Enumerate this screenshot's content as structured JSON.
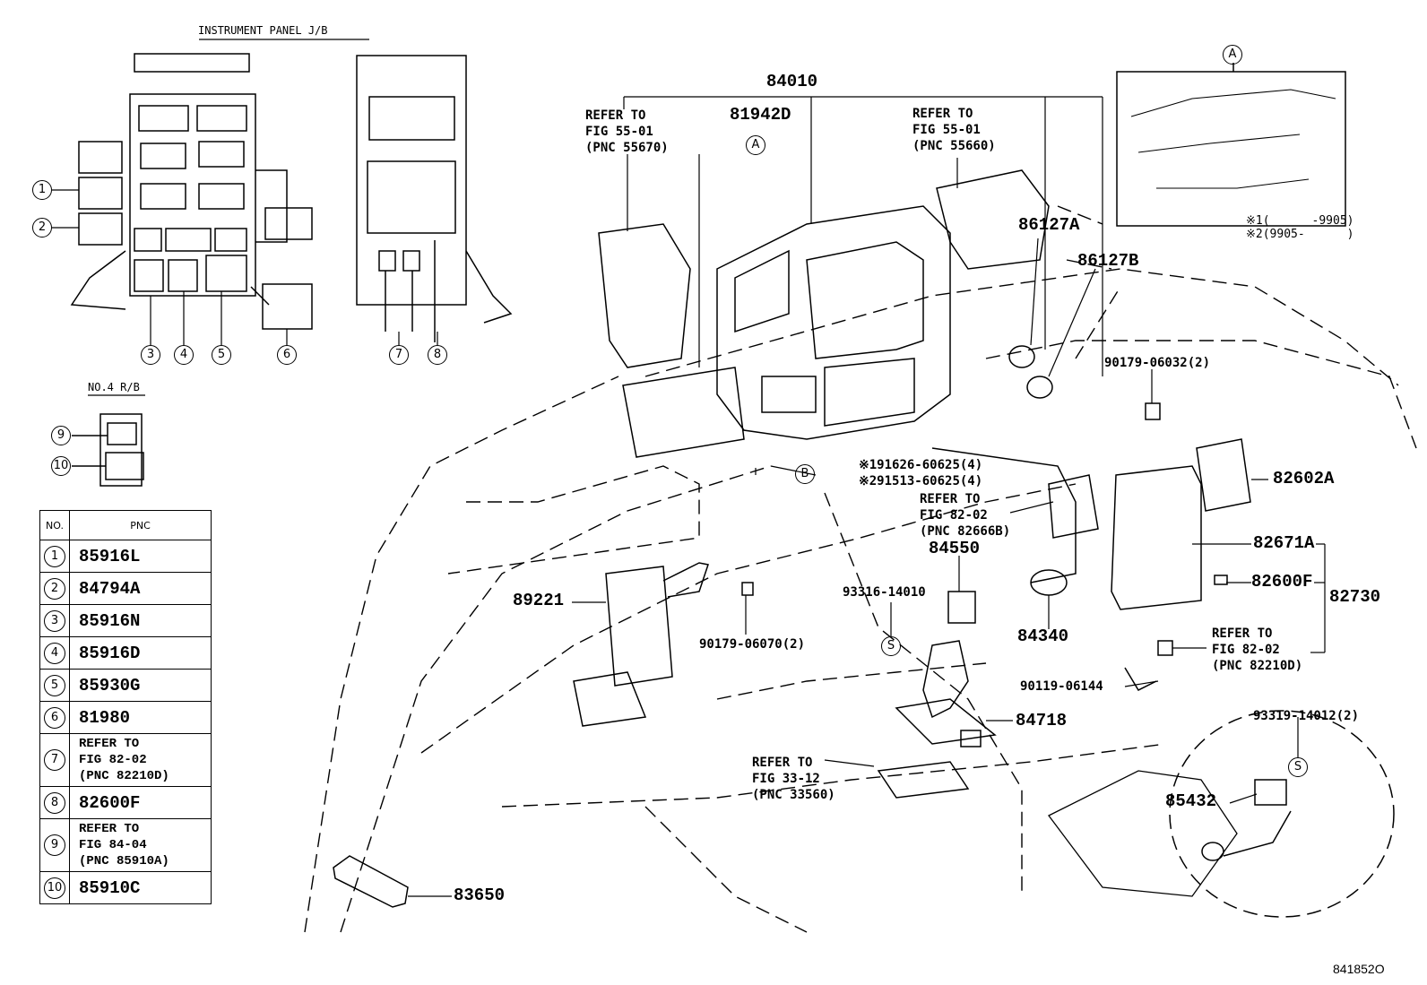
{
  "header": {
    "instrument_panel_jb": "INSTRUMENT PANEL J/B",
    "no4_rb": "NO.4 R/B",
    "inset_marker": "A",
    "figure_id": "841852O"
  },
  "callouts": {
    "jb": [
      "1",
      "2",
      "3",
      "4",
      "5",
      "6",
      "7",
      "8"
    ],
    "rb": [
      "9",
      "10"
    ]
  },
  "table": {
    "col_no": "NO.",
    "col_pnc": "PNC",
    "rows": [
      {
        "no": "1",
        "pnc": "85916L"
      },
      {
        "no": "2",
        "pnc": "84794A"
      },
      {
        "no": "3",
        "pnc": "85916N"
      },
      {
        "no": "4",
        "pnc": "85916D"
      },
      {
        "no": "5",
        "pnc": "85930G"
      },
      {
        "no": "6",
        "pnc": "81980"
      },
      {
        "no": "7",
        "pnc": "REFER TO\nFIG 82-02\n(PNC 82210D)"
      },
      {
        "no": "8",
        "pnc": "82600F"
      },
      {
        "no": "9",
        "pnc": "REFER TO\nFIG 84-04\n(PNC 85910A)"
      },
      {
        "no": "10",
        "pnc": "85910C"
      }
    ]
  },
  "labels": {
    "p84010": "84010",
    "p81942D": "81942D",
    "ref_55670": "REFER TO\nFIG 55-01\n(PNC 55670)",
    "ref_55660": "REFER TO\nFIG 55-01\n(PNC 55660)",
    "p86127B": "86127B",
    "p86127A": "86127A",
    "note_variants": "※1(      -9905)\n※2(9905-      )",
    "p90179_06032": "90179-06032(2)",
    "marker_a": "A",
    "marker_b": "B",
    "p191626": "※191626-60625(4)",
    "p291513": "※291513-60625(4)",
    "ref_82666B": "REFER TO\nFIG 82-02\n(PNC 82666B)",
    "p82602A": "82602A",
    "p82671A": "82671A",
    "p82600F": "82600F",
    "p82730": "82730",
    "ref_82210D": "REFER TO\nFIG 82-02\n(PNC 82210D)",
    "p84550": "84550",
    "p93316": "93316-14010",
    "marker_s": "S",
    "p84340": "84340",
    "p89221": "89221",
    "p90179_06070": "90179-06070(2)",
    "p90119": "90119-06144",
    "p84718": "84718",
    "ref_33560": "REFER TO\nFIG 33-12\n(PNC 33560)",
    "p93319": "93319-14012(2)",
    "p85432": "85432",
    "p83650": "83650"
  }
}
